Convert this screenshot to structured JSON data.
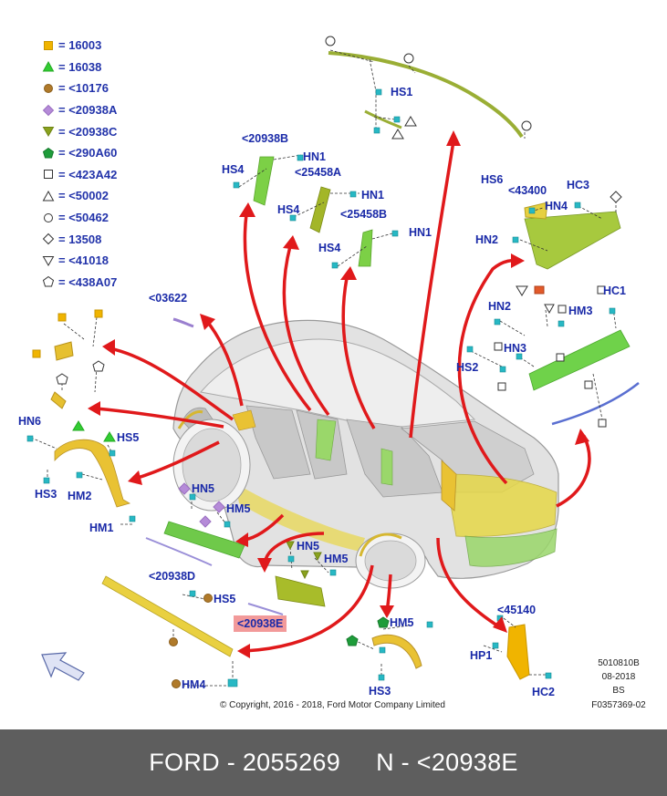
{
  "legend": [
    {
      "shape": "square",
      "color": "#f0b400",
      "stroke": "#c99600",
      "text": "= 16003"
    },
    {
      "shape": "triangle",
      "color": "#33cc33",
      "stroke": "#22aa22",
      "text": "= 16038"
    },
    {
      "shape": "circle",
      "color": "#b07a2a",
      "stroke": "#8a5e1c",
      "text": "= <10176"
    },
    {
      "shape": "diamond",
      "color": "#b58bd8",
      "stroke": "#9a6fc0",
      "text": "= <20938A"
    },
    {
      "shape": "triangle-down",
      "color": "#8aa21e",
      "stroke": "#6e8414",
      "text": "= <20938C"
    },
    {
      "shape": "pentagon",
      "color": "#1e9c3a",
      "stroke": "#167a2c",
      "text": "= <290A60"
    },
    {
      "shape": "square",
      "color": "#ffffff",
      "stroke": "#333333",
      "text": "= <423A42"
    },
    {
      "shape": "triangle",
      "color": "#ffffff",
      "stroke": "#333333",
      "text": "= <50002"
    },
    {
      "shape": "circle",
      "color": "#ffffff",
      "stroke": "#333333",
      "text": "= <50462"
    },
    {
      "shape": "diamond",
      "color": "#ffffff",
      "stroke": "#333333",
      "text": "= 13508"
    },
    {
      "shape": "triangle-down",
      "color": "#ffffff",
      "stroke": "#333333",
      "text": "= <41018"
    },
    {
      "shape": "pentagon",
      "color": "#ffffff",
      "stroke": "#333333",
      "text": "= <438A07"
    }
  ],
  "labels": {
    "hs1": "HS1",
    "c20938b": "<20938B",
    "hn1_a": "HN1",
    "hs4_a": "HS4",
    "c25458a": "<25458A",
    "hn1_b": "HN1",
    "hs4_b": "HS4",
    "c25458b": "<25458B",
    "hn1_c": "HN1",
    "hs4_c": "HS4",
    "hs6": "HS6",
    "c43400": "<43400",
    "hc3": "HC3",
    "hn4": "HN4",
    "hn2_a": "HN2",
    "hc1": "HC1",
    "hn2_b": "HN2",
    "hm3": "HM3",
    "hn3": "HN3",
    "hs2": "HS2",
    "c03622": "<03622",
    "hn6": "HN6",
    "hs5_a": "HS5",
    "hs3_a": "HS3",
    "hm2": "HM2",
    "hm1": "HM1",
    "hn5_a": "HN5",
    "hm5_a": "HM5",
    "c20938d": "<20938D",
    "hn5_b": "HN5",
    "hm5_b": "HM5",
    "hs5_b": "HS5",
    "c20938e": "<20938E",
    "hm4": "HM4",
    "hm5_c": "HM5",
    "hs3_b": "HS3",
    "c45140": "<45140",
    "hp1": "HP1",
    "hc2": "HC2"
  },
  "meta": {
    "code1": "5010810B",
    "date": "08-2018",
    "bs": "BS",
    "ref": "F0357369-02",
    "copyright": "© Copyright, 2016 - 2018, Ford Motor Company Limited"
  },
  "footer": {
    "text": "FORD - 2055269     N - <20938E"
  },
  "colors": {
    "arrow": "#e0191b",
    "label": "#1a2aa8",
    "panel_yellow": "#e9c233",
    "panel_green": "#7cc63f",
    "clip_cyan": "#27b8c4",
    "car_grey": "#d6d6d6",
    "footer_bg": "#5e5e5e"
  }
}
